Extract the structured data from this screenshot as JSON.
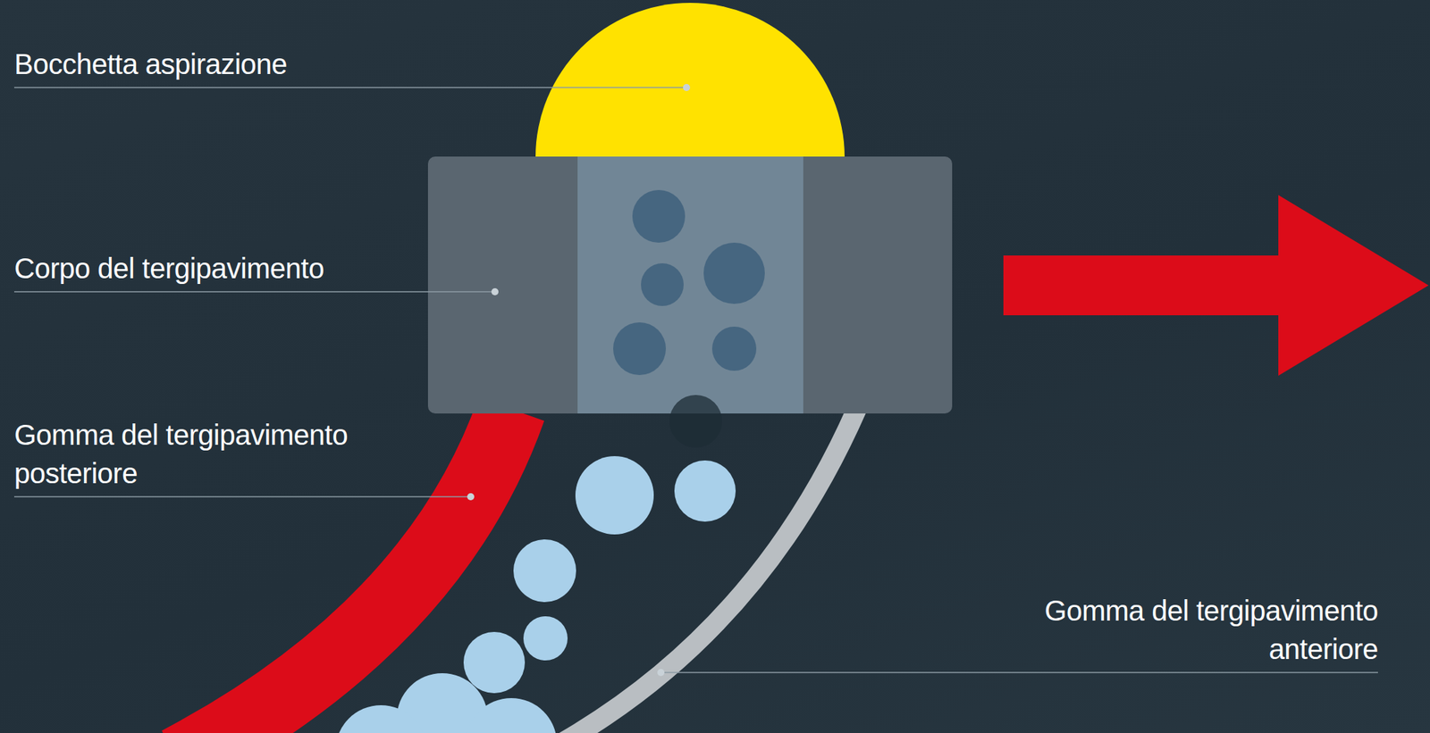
{
  "diagram": {
    "labels": [
      "Bocchetta aspirazione",
      "Corpo del tergipavimento",
      "Gomma del tergipavimento posteriore",
      "Gomma del tergipavimento anteriore"
    ]
  }
}
